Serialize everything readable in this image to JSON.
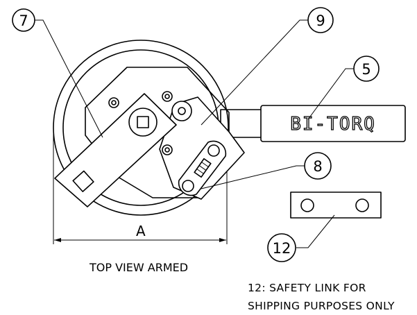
{
  "callouts": [
    "7",
    "9",
    "5",
    "8",
    "12"
  ],
  "handle_label": "BI-TORQ",
  "dimension_label": "A",
  "view_caption": "TOP VIEW ARMED",
  "note": {
    "line1": "12: SAFETY LINK FOR",
    "line2": "SHIPPING PURPOSES ONLY"
  }
}
